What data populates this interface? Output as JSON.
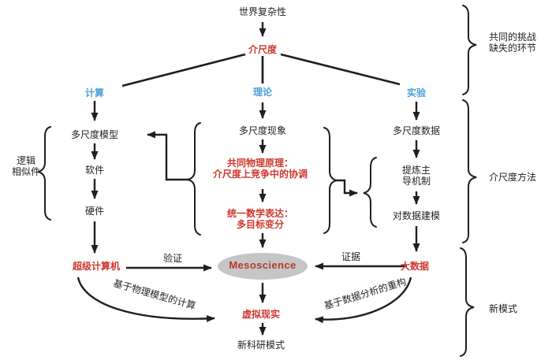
{
  "colors": {
    "bg": "#ffffff",
    "ink": "#1f1f1f",
    "red": "#cf382d",
    "blue": "#4ba1d8",
    "meso_red": "#b5372c",
    "ellipse_fill": "#c6c6c6"
  },
  "nodes": {
    "world_complexity": "世界复杂性",
    "mesoscale": "介尺度",
    "computation": "计算",
    "theory": "理论",
    "experiment": "实验",
    "multiscale_model": "多尺度模型",
    "software": "软件",
    "hardware": "硬件",
    "supercomputer": "超级计算机",
    "multiscale_phenomena": "多尺度现象",
    "common_principle": "共同物理原理：\n介尺度上竞争中的协调",
    "unified_math": "统一数学表达：\n多目标变分",
    "multiscale_data": "多尺度数据",
    "extract_mechanism": "提炼主\n导机制",
    "model_data": "对数据建模",
    "big_data": "大数据",
    "mesoscience": "Mesoscience",
    "virtual_reality": "虚拟现实",
    "new_research_mode": "新科研模式"
  },
  "edge_labels": {
    "verify": "验证",
    "evidence": "证据",
    "physics_based": "基于物理模型的计算",
    "data_based": "基于数据分析的重构"
  },
  "brace_labels": {
    "logical_similarity": "逻辑\n相似件",
    "common_challenge": "共同的挑战\n缺失的环节",
    "mesoscale_method": "介尺度方法",
    "new_mode": "新模式"
  }
}
